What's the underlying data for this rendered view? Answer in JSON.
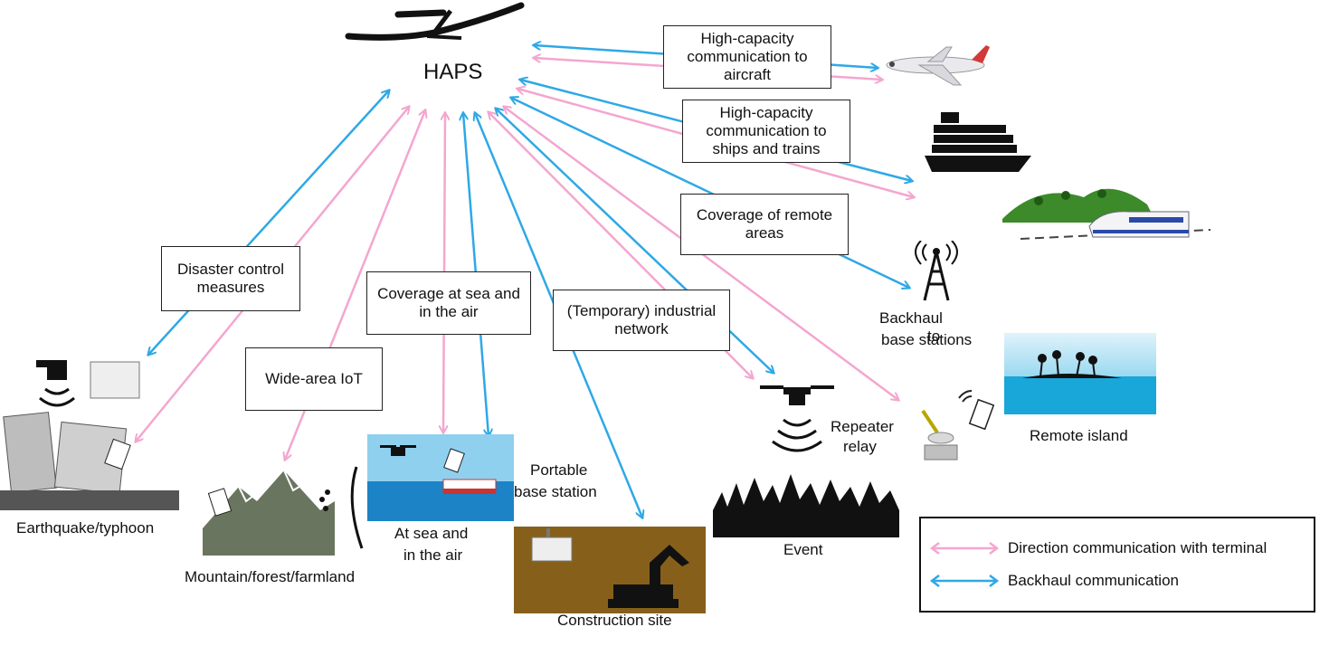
{
  "center": {
    "title": "HAPS"
  },
  "boxes": {
    "aircraft": "High-capacity communication to aircraft",
    "ships_trains": "High-capacity communication to ships and trains",
    "remote_areas": "Coverage of remote areas",
    "disaster": "Disaster control measures",
    "wide_iot": "Wide-area IoT",
    "sea_air": "Coverage at sea and in the air",
    "industrial": "(Temporary) industrial network"
  },
  "labels": {
    "backhaul_bs_1": "Backhaul",
    "backhaul_bs_2": "to",
    "backhaul_bs_3": "base stations",
    "remote_island": "Remote island",
    "repeater_1": "Repeater",
    "repeater_2": "relay",
    "event": "Event",
    "portable_1": "Portable",
    "portable_2": "base station",
    "construction": "Construction site",
    "at_sea_1": "At sea and",
    "at_sea_2": "in the air",
    "mountain": "Mountain/forest/farmland",
    "earthquake": "Earthquake/typhoon"
  },
  "legend": {
    "terminal": "Direction communication with terminal",
    "backhaul": "Backhaul communication"
  },
  "colors": {
    "terminal": "#f4a6cf",
    "backhaul": "#2ea8e6"
  }
}
